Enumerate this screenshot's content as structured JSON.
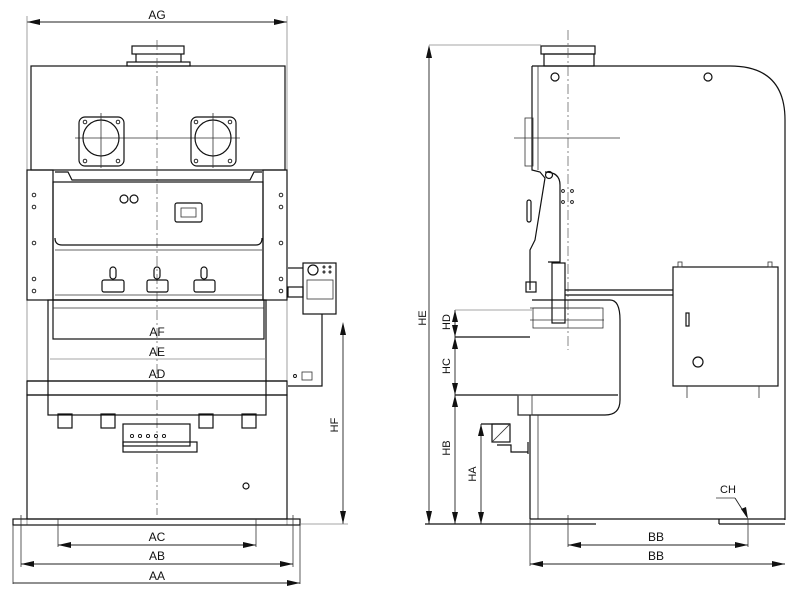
{
  "drawing": {
    "title": "Double crank press – front and side outline dimensions",
    "views": [
      "front-view",
      "side-view"
    ]
  },
  "front_view": {
    "dimensions": {
      "overall_width_top": "AG",
      "bed_label_1": "AF",
      "bed_label_2": "AE",
      "bed_label_3": "AD",
      "foot_inner": "AC",
      "foot_mid": "AB",
      "foot_overall": "AA",
      "height_to_bed": "HF"
    }
  },
  "side_view": {
    "dimensions": {
      "overall_height": "HE",
      "stroke": "HD",
      "die_height": "HC",
      "bolster_height": "HB",
      "pass_height": "HA",
      "depth_inner": "BB",
      "depth_overall": "BB",
      "foot_marker": "CH"
    }
  },
  "colors": {
    "line": "#111111",
    "background": "#ffffff"
  }
}
